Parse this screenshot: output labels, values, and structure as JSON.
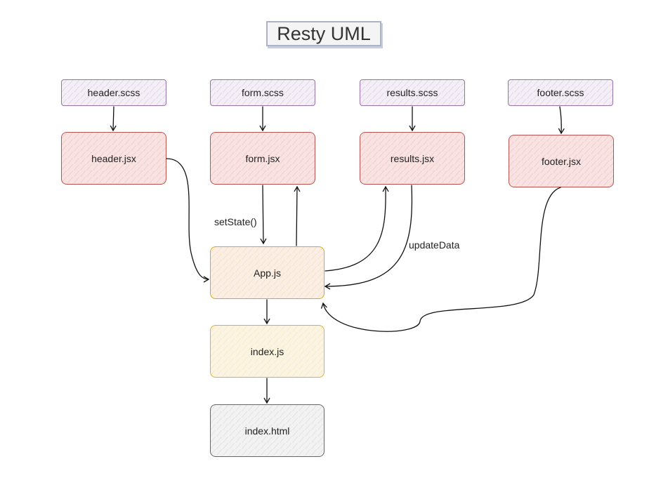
{
  "title": "Resty UML",
  "nodes": {
    "header_scss": "header.scss",
    "form_scss": "form.scss",
    "results_scss": "results.scss",
    "footer_scss": "footer.scss",
    "header_jsx": "header.jsx",
    "form_jsx": "form.jsx",
    "results_jsx": "results.jsx",
    "footer_jsx": "footer.jsx",
    "app_js": "App.js",
    "index_js": "index.js",
    "index_html": "index.html"
  },
  "edge_labels": {
    "set_state": "setState()",
    "update_data": "updateData"
  },
  "colors": {
    "scss_border": "#9673a6",
    "jsx_border": "#b85450",
    "app_border": "#e0a800",
    "html_border": "#666666"
  }
}
